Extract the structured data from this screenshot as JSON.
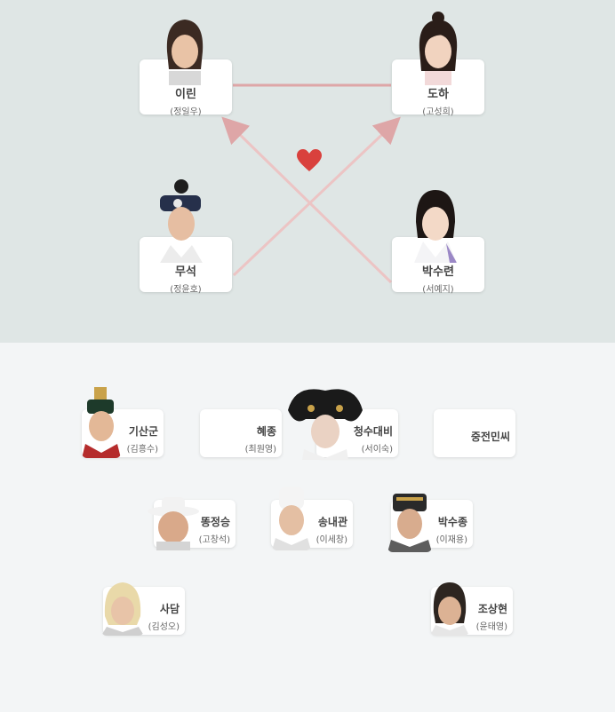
{
  "main_characters": [
    {
      "id": "irin",
      "name": "이린",
      "actor": "(정일우)"
    },
    {
      "id": "doha",
      "name": "도하",
      "actor": "(고성희)"
    },
    {
      "id": "museok",
      "name": "무석",
      "actor": "(정윤호)"
    },
    {
      "id": "parksuryeon",
      "name": "박수련",
      "actor": "(서예지)"
    }
  ],
  "sub_characters": [
    {
      "id": "gisangun",
      "name": "기산군",
      "actor": "(김흥수)"
    },
    {
      "id": "hyejong",
      "name": "혜종",
      "actor": "(최원영)"
    },
    {
      "id": "cheongsu",
      "name": "청수대비",
      "actor": "(서이숙)"
    },
    {
      "id": "jungjeon",
      "name": "중전민씨",
      "actor": ""
    },
    {
      "id": "ttongjeong",
      "name": "똥정승",
      "actor": "(고창석)"
    },
    {
      "id": "songnaegwan",
      "name": "송내관",
      "actor": "(이세창)"
    },
    {
      "id": "parksujong",
      "name": "박수종",
      "actor": "(이재용)"
    },
    {
      "id": "sadam",
      "name": "사담",
      "actor": "(김성오)"
    },
    {
      "id": "josanghyeon",
      "name": "조상현",
      "actor": "(윤태영)"
    }
  ],
  "colors": {
    "line": "#dea6a7",
    "heart": "#d9413d",
    "top_bg": "#dfe6e5",
    "bottom_bg": "#f3f5f6"
  }
}
